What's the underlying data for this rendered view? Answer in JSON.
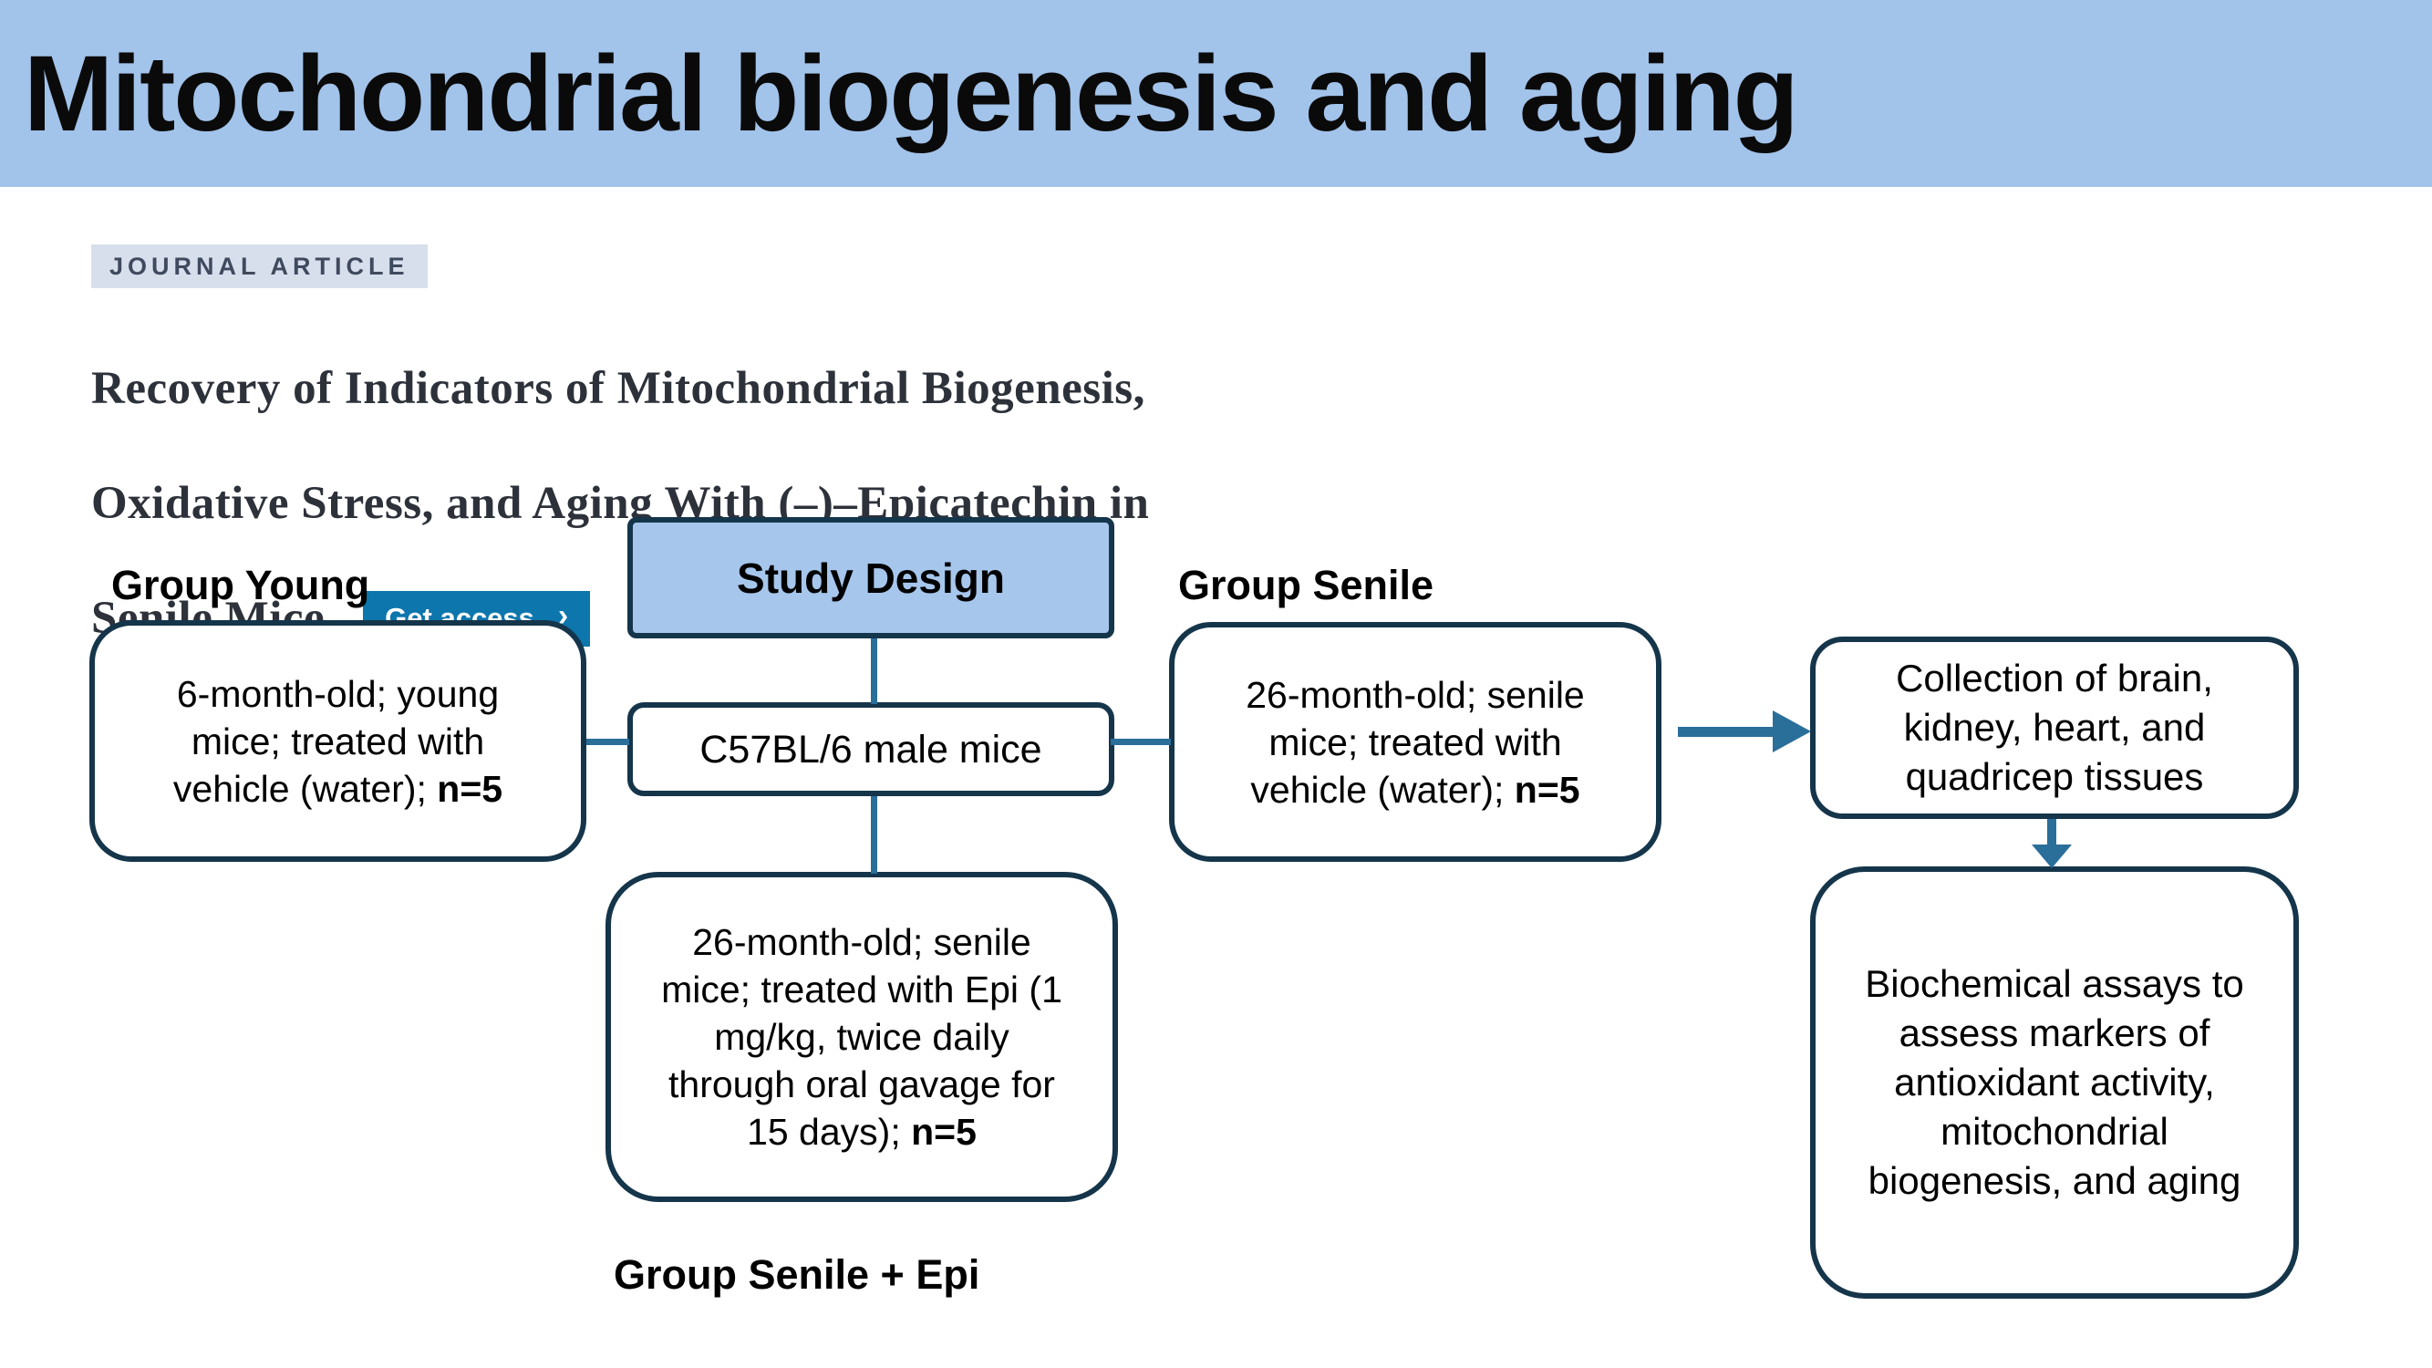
{
  "slide": {
    "title": "Mitochondrial biogenesis and aging"
  },
  "article": {
    "badge": "JOURNAL ARTICLE",
    "title_line1": "Recovery of Indicators of Mitochondrial Biogenesis,",
    "title_line2": "Oxidative Stress, and Aging With (–)–Epicatechin in",
    "title_line3": "Senile Mice",
    "get_access": {
      "label": "Get access",
      "chevron": "›"
    }
  },
  "flowchart": {
    "heading": "Study Design",
    "root_box": "C57BL/6 male mice",
    "groups": {
      "young": {
        "label": "Group Young",
        "text": "6-month-old; young\nmice; treated with\nvehicle (water); ",
        "bold": "n=5"
      },
      "senile": {
        "label": "Group Senile",
        "text": "26-month-old; senile\nmice; treated with\nvehicle (water); ",
        "bold": "n=5"
      },
      "senile_epi": {
        "label": "Group Senile + Epi",
        "text": "26-month-old; senile\nmice; treated with Epi (1\nmg/kg, twice daily\nthrough oral gavage for\n15 days); ",
        "bold": "n=5"
      }
    },
    "outcomes": {
      "collection": "Collection of brain,\nkidney, heart, and\nquadricep tissues",
      "assays": "Biochemical assays to\nassess markers of\nantioxidant activity,\nmitochondrial\nbiogenesis, and aging"
    }
  },
  "colors": {
    "header_blue": "#a2c3ea",
    "study_fill": "#a6c6ec",
    "box_border": "#15354b",
    "connector": "#2a6e9a",
    "get_access_blue": "#0d76ad",
    "badge_bg": "#d8dfec"
  }
}
